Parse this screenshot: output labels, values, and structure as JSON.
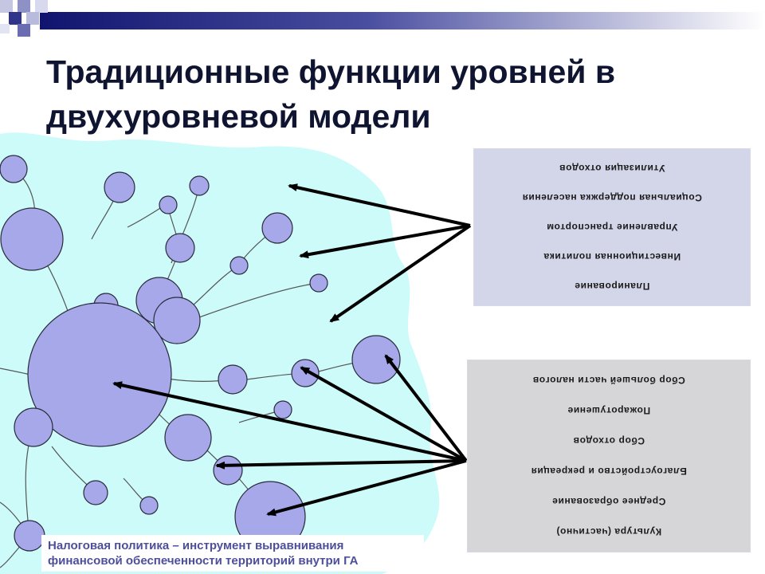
{
  "title": {
    "line1": "Традиционные функции уровней в",
    "line2": "двухуровневой модели"
  },
  "regional_functions": [
    "Планирование",
    "Инвестиционная политика",
    "Управление транспортом",
    "Социальная поддержка населения",
    "Утилизация отходов"
  ],
  "municipal_functions": [
    "Культура (частично)",
    "Среднее образование",
    "Благоустройство и рекреация",
    "Сбор отходов",
    "Пожаротушение",
    "Сбор большей части налогов"
  ],
  "caption": {
    "line1": "Налоговая политика – инструмент выравнивания",
    "line2": "финансовой обеспеченности территорий внутри ГА"
  },
  "colors": {
    "territory": "#ccfbfa",
    "circle_fill": "#a6a8ea",
    "circle_stroke": "#2a2a3a",
    "arrow": "#000000",
    "box_top": "#d3d5e8",
    "box_bottom": "#d6d6d8",
    "caption_text": "#4d4f9c"
  }
}
